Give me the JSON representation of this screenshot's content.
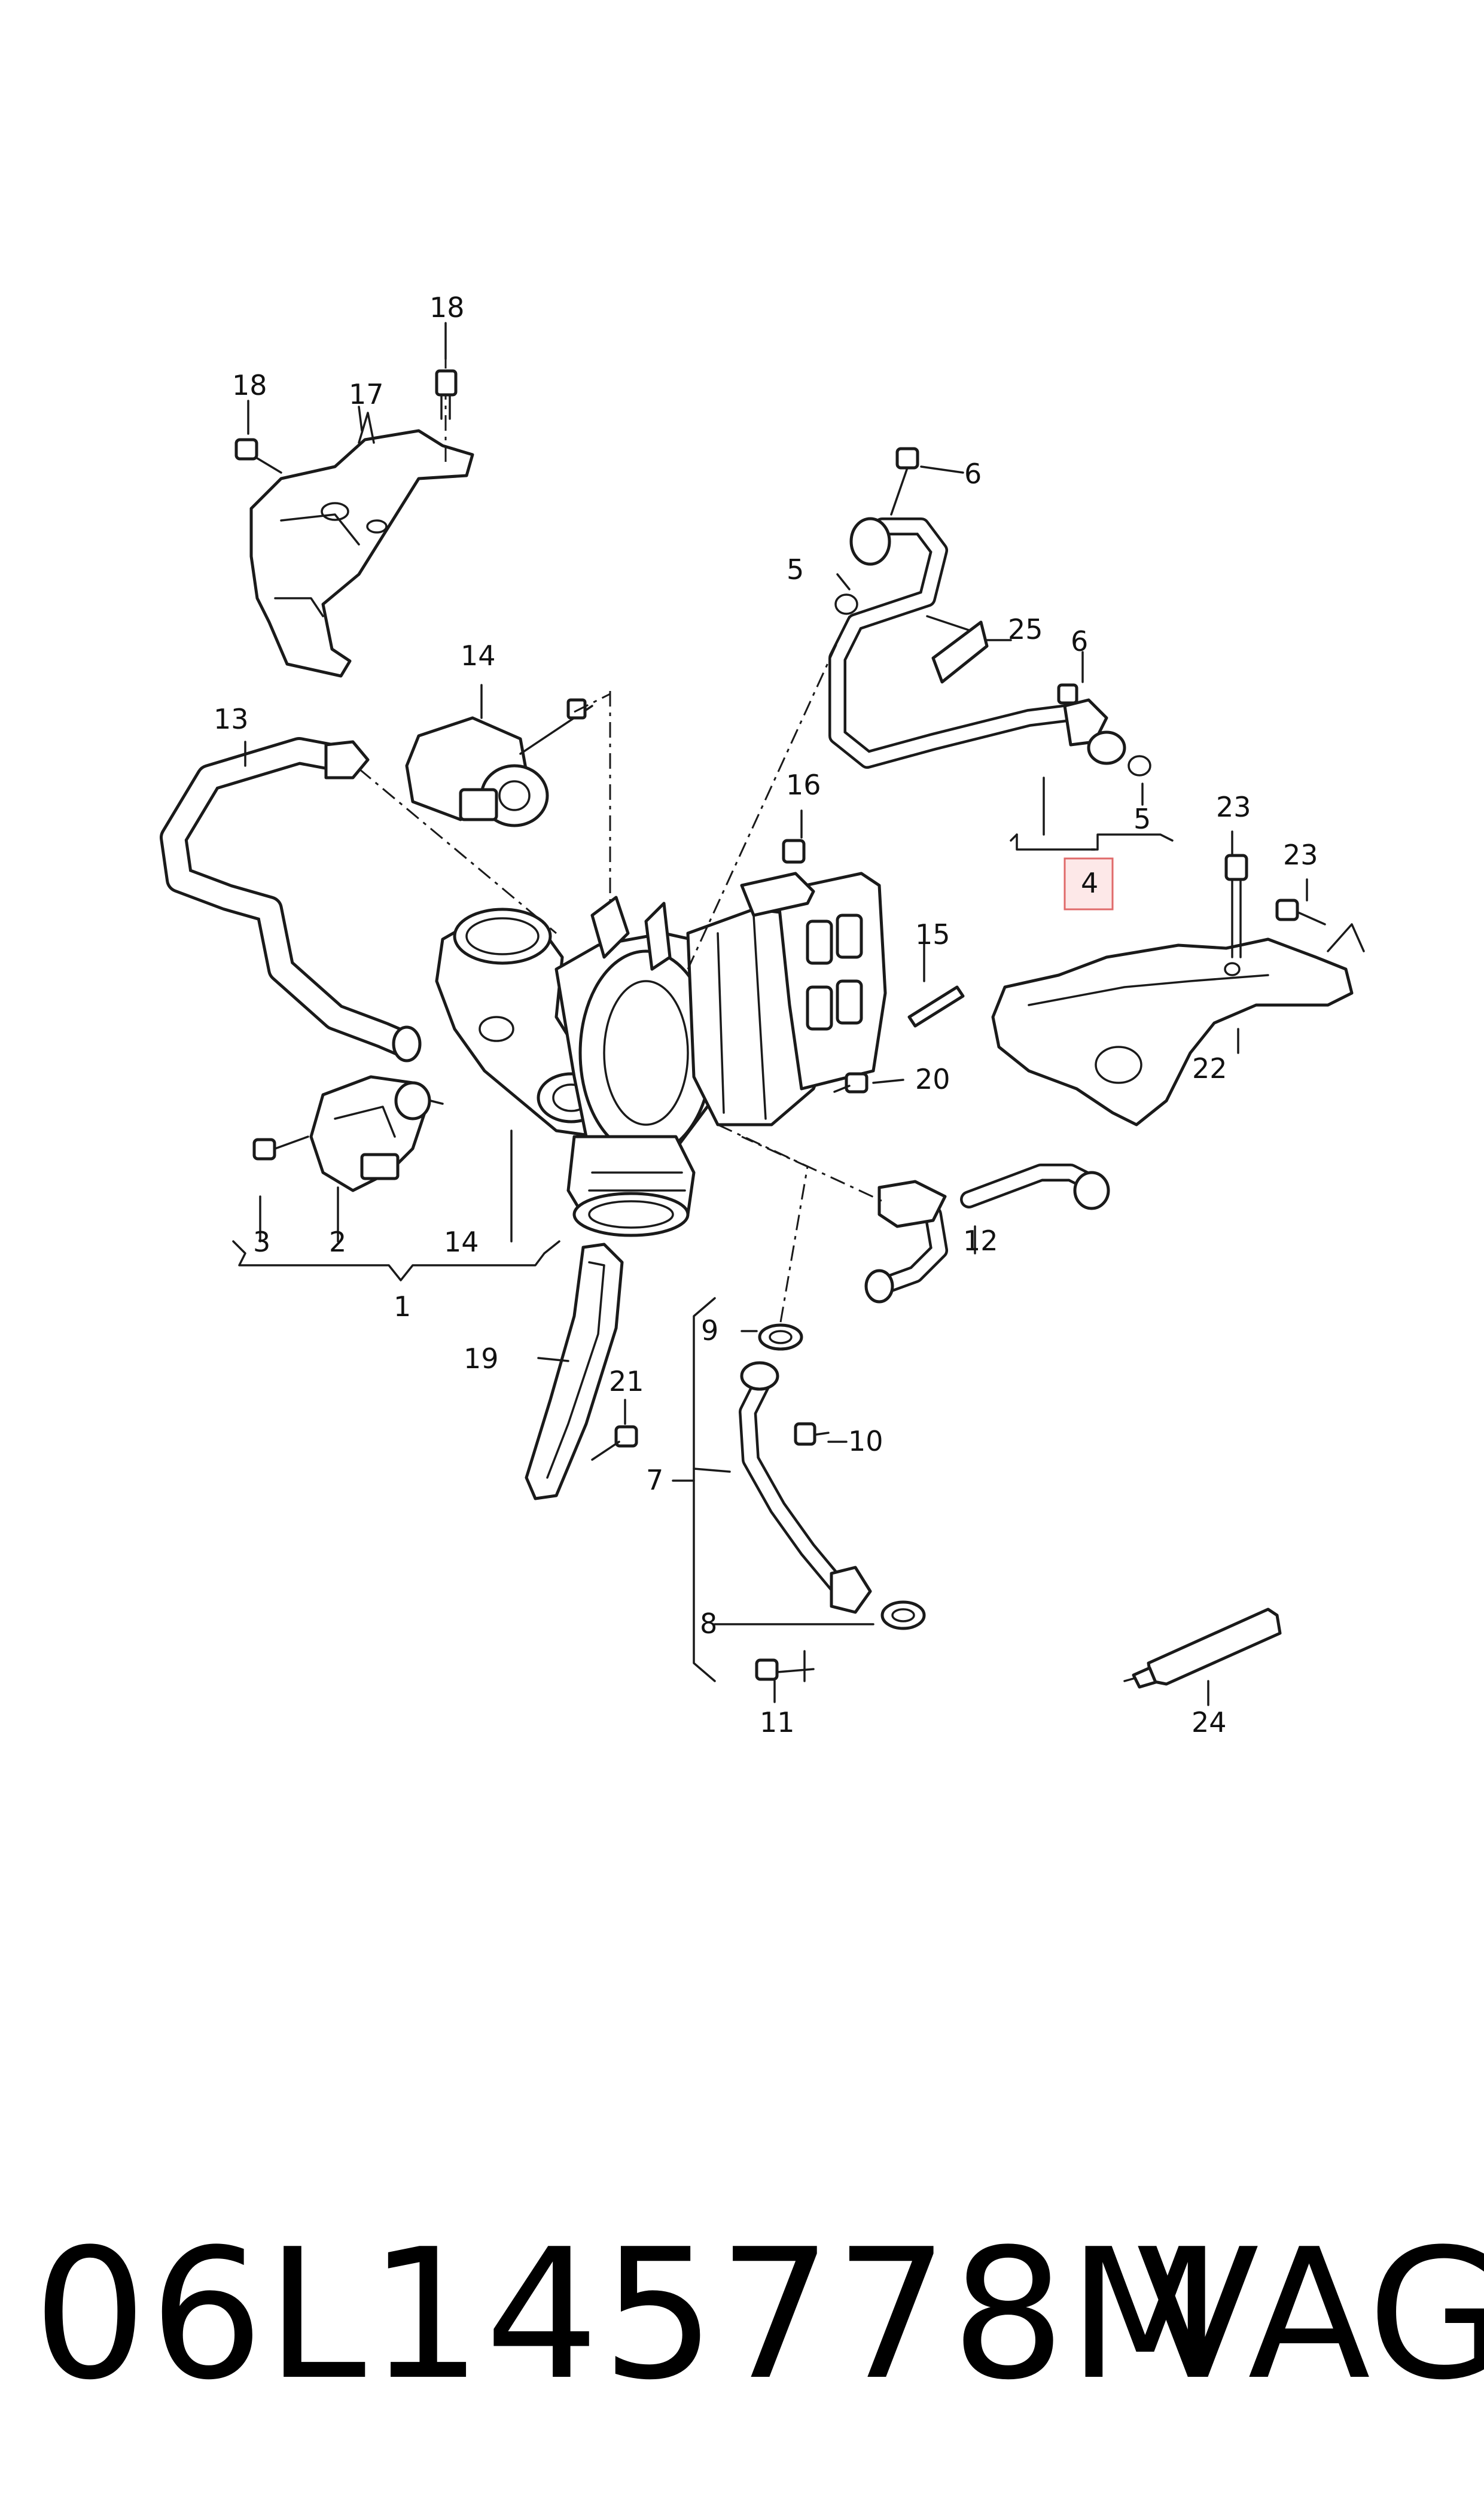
{
  "diagram": {
    "callouts": [
      {
        "id": "c1",
        "text": "1"
      },
      {
        "id": "c2",
        "text": "2"
      },
      {
        "id": "c3",
        "text": "3"
      },
      {
        "id": "c4",
        "text": "4"
      },
      {
        "id": "c5a",
        "text": "5"
      },
      {
        "id": "c5b",
        "text": "5"
      },
      {
        "id": "c6a",
        "text": "6"
      },
      {
        "id": "c6b",
        "text": "6"
      },
      {
        "id": "c7",
        "text": "7"
      },
      {
        "id": "c8",
        "text": "8"
      },
      {
        "id": "c9",
        "text": "9"
      },
      {
        "id": "c10",
        "text": "10"
      },
      {
        "id": "c11",
        "text": "11"
      },
      {
        "id": "c12",
        "text": "12"
      },
      {
        "id": "c13",
        "text": "13"
      },
      {
        "id": "c14a",
        "text": "14"
      },
      {
        "id": "c14b",
        "text": "14"
      },
      {
        "id": "c15",
        "text": "15"
      },
      {
        "id": "c16",
        "text": "16"
      },
      {
        "id": "c17",
        "text": "17"
      },
      {
        "id": "c18a",
        "text": "18"
      },
      {
        "id": "c18b",
        "text": "18"
      },
      {
        "id": "c19",
        "text": "19"
      },
      {
        "id": "c20",
        "text": "20"
      },
      {
        "id": "c21",
        "text": "21"
      },
      {
        "id": "c22",
        "text": "22"
      },
      {
        "id": "c23a",
        "text": "23"
      },
      {
        "id": "c23b",
        "text": "23"
      },
      {
        "id": "c24",
        "text": "24"
      },
      {
        "id": "c25",
        "text": "25"
      }
    ],
    "highlighted_callout": "4",
    "highlight_color": "#fde8e8"
  },
  "footer": {
    "part_number": "06L145778M",
    "brand": "VAG"
  }
}
